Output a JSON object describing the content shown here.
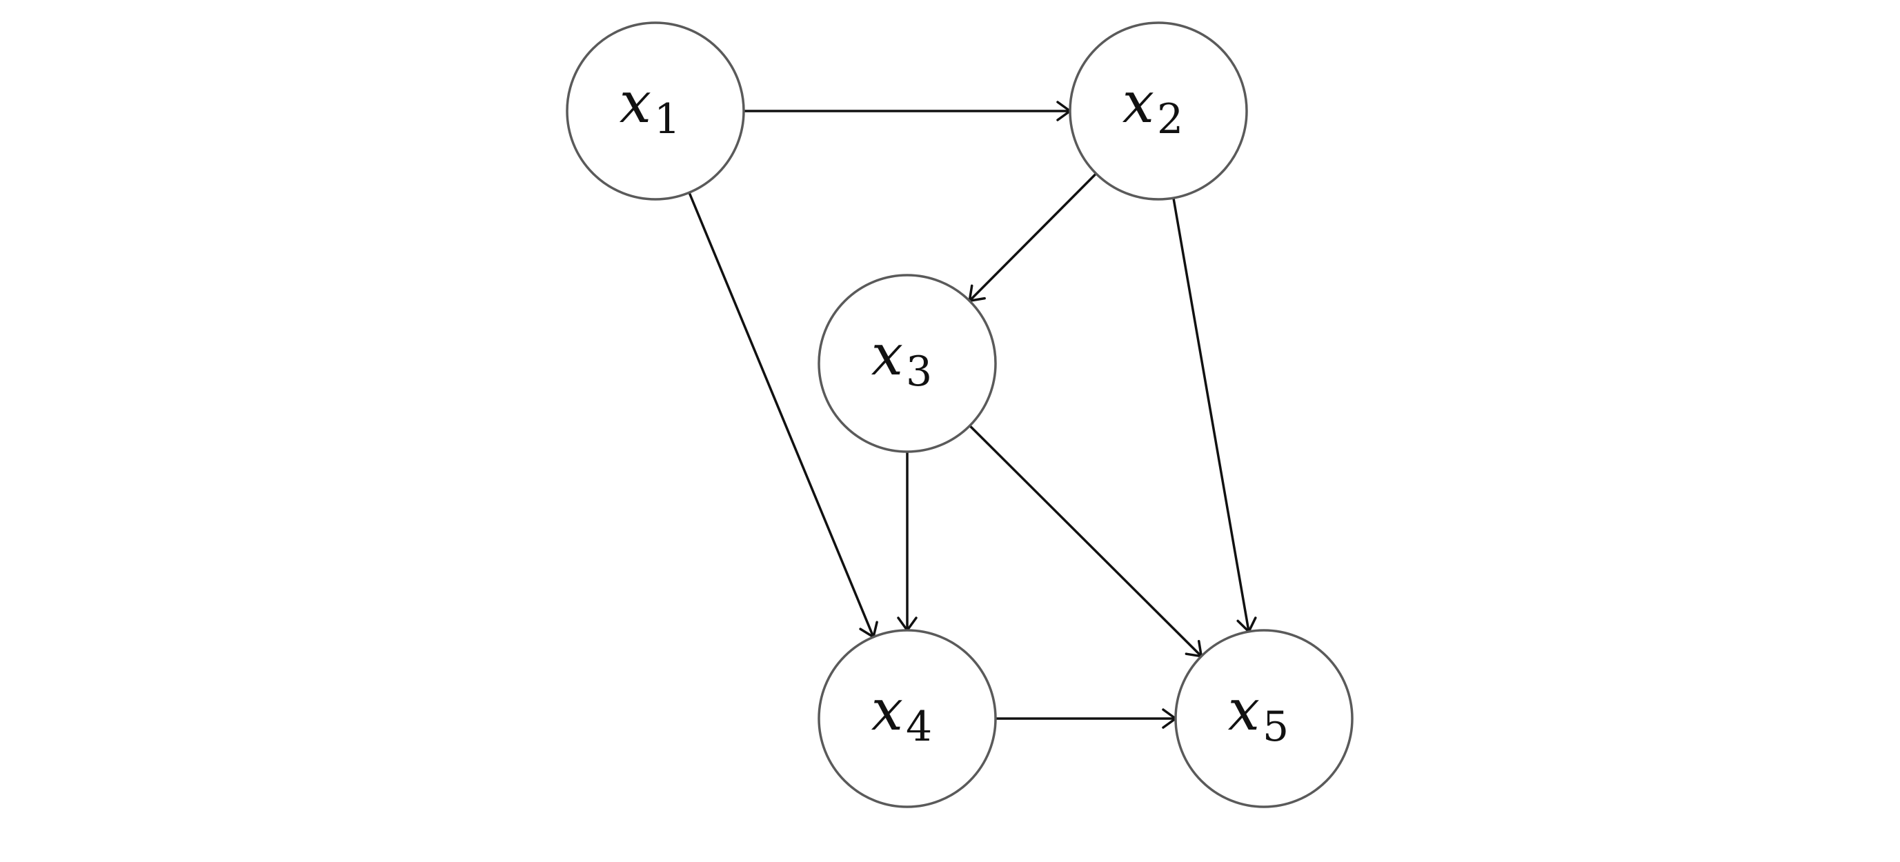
{
  "diagram": {
    "type": "directed-graph",
    "nodes": [
      {
        "id": "x1",
        "var": "x",
        "sub": "1"
      },
      {
        "id": "x2",
        "var": "x",
        "sub": "2"
      },
      {
        "id": "x3",
        "var": "x",
        "sub": "3"
      },
      {
        "id": "x4",
        "var": "x",
        "sub": "4"
      },
      {
        "id": "x5",
        "var": "x",
        "sub": "5"
      }
    ],
    "edges": [
      {
        "from": "x1",
        "to": "x2"
      },
      {
        "from": "x1",
        "to": "x4"
      },
      {
        "from": "x2",
        "to": "x3"
      },
      {
        "from": "x2",
        "to": "x5"
      },
      {
        "from": "x3",
        "to": "x4"
      },
      {
        "from": "x3",
        "to": "x5"
      },
      {
        "from": "x4",
        "to": "x5"
      }
    ],
    "colors": {
      "node_stroke": "#5a5a5a",
      "edge": "#111111",
      "background": "#ffffff"
    }
  }
}
